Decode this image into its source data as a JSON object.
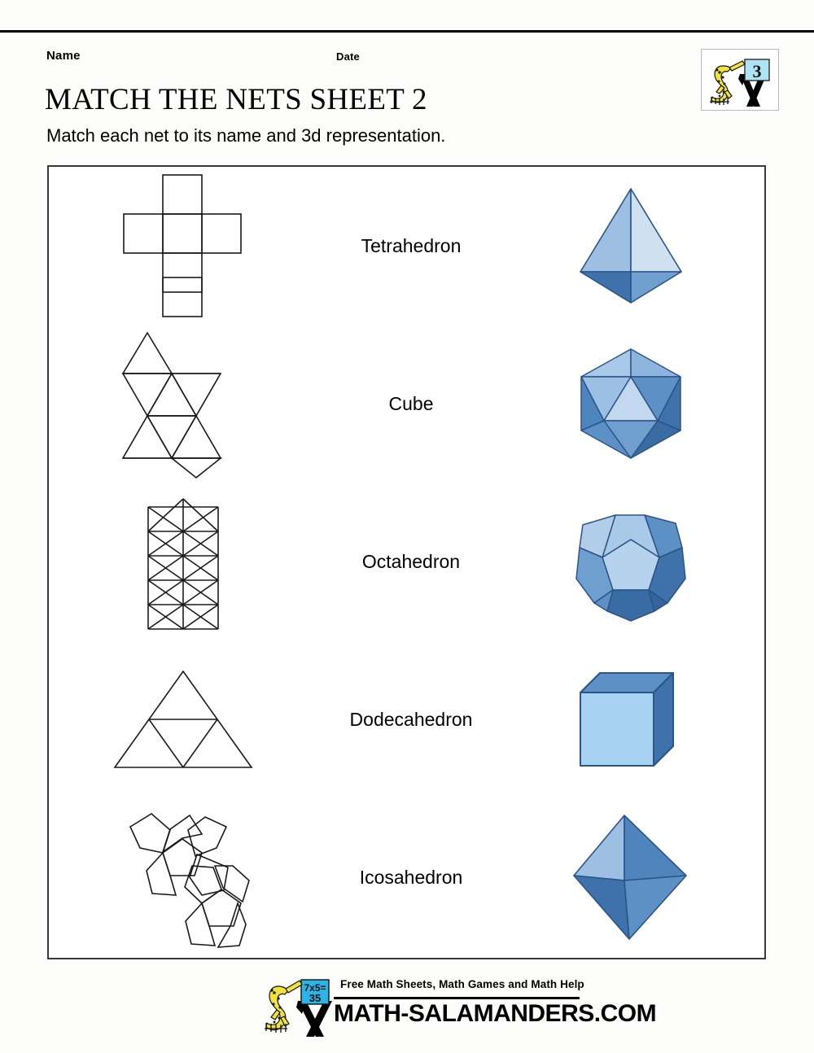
{
  "header": {
    "name_label": "Name",
    "date_label": "Date",
    "title": "MATCH THE NETS SHEET 2",
    "subtitle": "Match each net to its name and 3d representation."
  },
  "corner_logo": {
    "icon": "salamander-logo-icon",
    "board_text": "3",
    "board_color": "#aee4f5",
    "body_color": "#f2e23c"
  },
  "worksheet": {
    "rows": [
      {
        "net_icon": "cube-net-icon",
        "name": "Tetrahedron",
        "solid_icon": "tetrahedron-solid-icon"
      },
      {
        "net_icon": "octahedron-net-icon",
        "name": "Cube",
        "solid_icon": "icosahedron-solid-icon"
      },
      {
        "net_icon": "icosahedron-net-icon",
        "name": "Octahedron",
        "solid_icon": "dodecahedron-solid-icon"
      },
      {
        "net_icon": "tetrahedron-net-icon",
        "name": "Dodecahedron",
        "solid_icon": "cube-solid-icon"
      },
      {
        "net_icon": "dodecahedron-net-icon",
        "name": "Icosahedron",
        "solid_icon": "octahedron-solid-icon"
      }
    ]
  },
  "footer": {
    "tagline": "Free Math Sheets, Math Games and Math Help",
    "wordmark": "MATH-SALAMANDERS.COM",
    "logo_icon": "salamander-logo-icon",
    "board_text_line1": "7x5=",
    "board_text_line2": "35"
  },
  "colors": {
    "solid_light": "#bcd6ef",
    "solid_mid": "#6e9fcf",
    "solid_dark": "#3f72ab",
    "solid_edge": "#2b5488",
    "cube_front": "#a8d2f2",
    "border": "#3a3a3a",
    "ink": "#1a1a1a"
  }
}
